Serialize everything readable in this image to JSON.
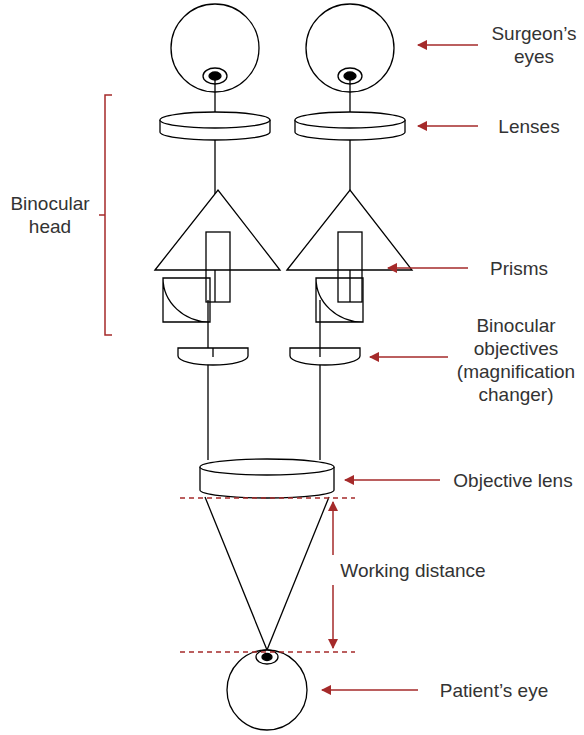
{
  "diagram": {
    "labels": [
      "Surgeon’s eyes",
      "Lenses",
      "Binocular head",
      "Prisms",
      "Binocular objectives (magnification changer)",
      "Objective lens",
      "Working distance",
      "Patient’s eye"
    ]
  }
}
